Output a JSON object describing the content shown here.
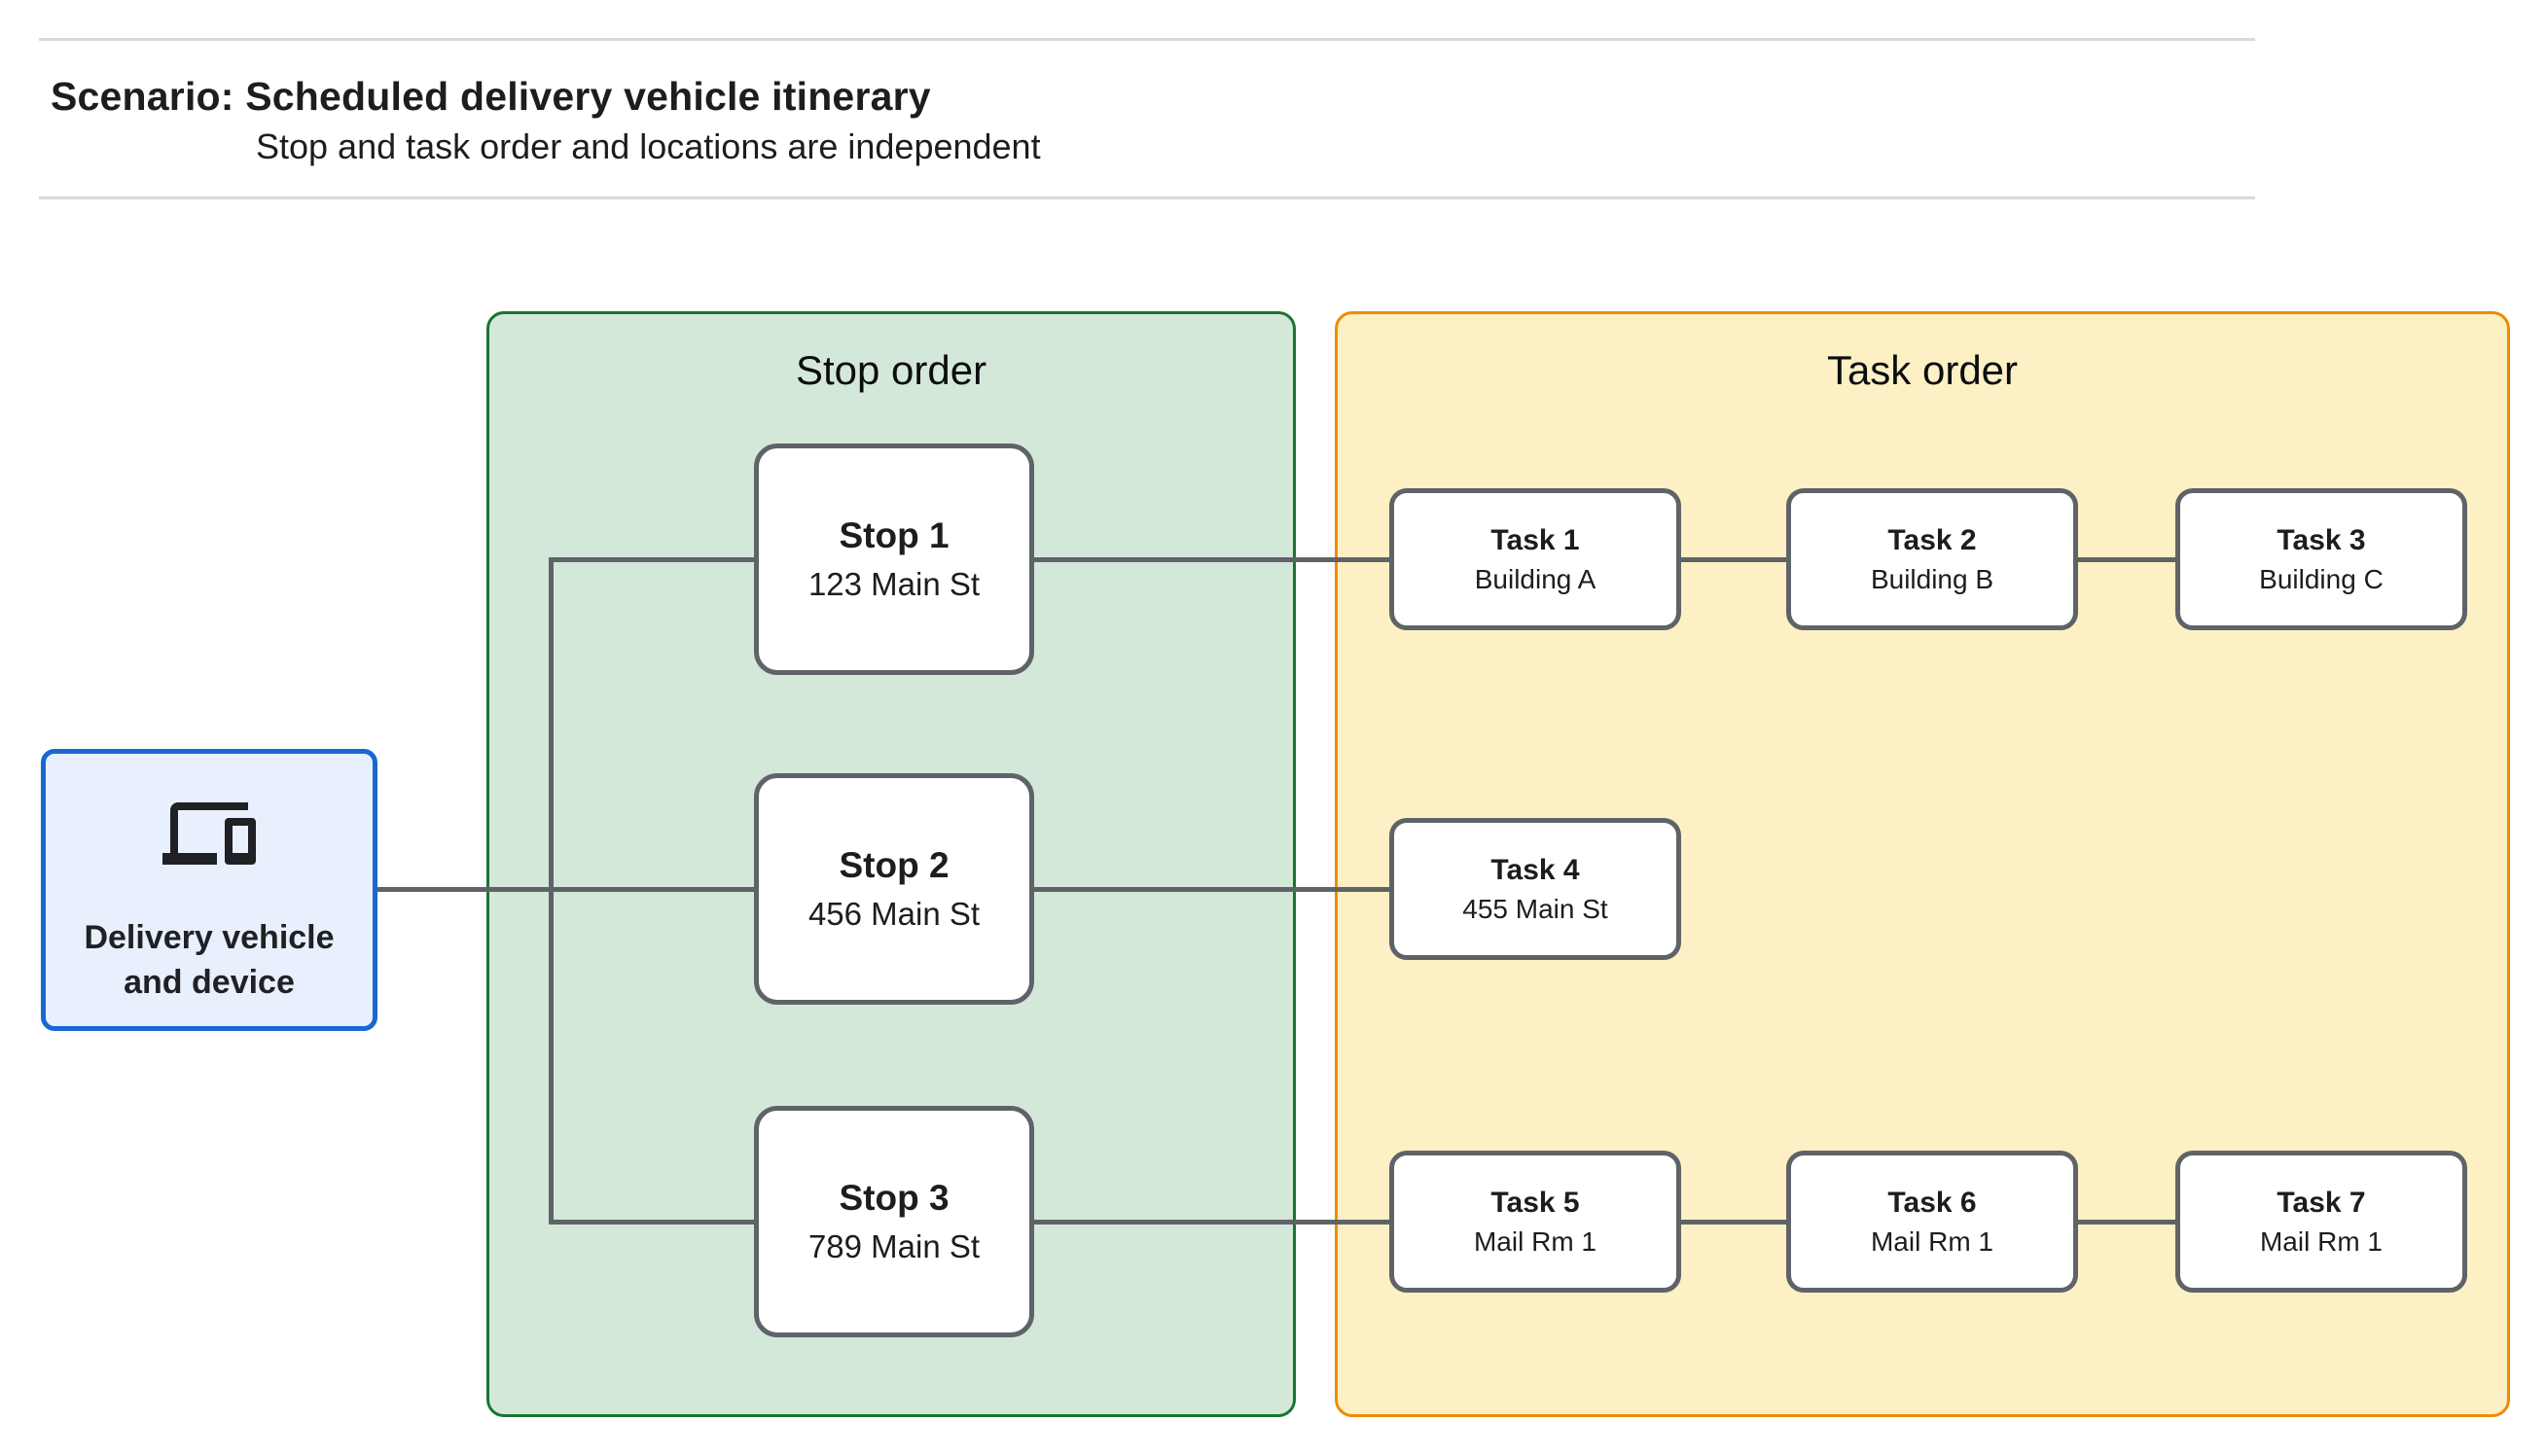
{
  "header": {
    "title": "Scenario: Scheduled delivery vehicle itinerary",
    "subtitle": "Stop and task order and locations are independent"
  },
  "device": {
    "label": "Delivery vehicle and device",
    "icon": "devices-icon"
  },
  "stop_panel": {
    "title": "Stop order",
    "stops": [
      {
        "title": "Stop 1",
        "subtitle": "123 Main St"
      },
      {
        "title": "Stop 2",
        "subtitle": "456 Main St"
      },
      {
        "title": "Stop 3",
        "subtitle": "789 Main St"
      }
    ]
  },
  "task_panel": {
    "title": "Task order",
    "tasks": [
      {
        "title": "Task 1",
        "subtitle": "Building A"
      },
      {
        "title": "Task 2",
        "subtitle": "Building B"
      },
      {
        "title": "Task 3",
        "subtitle": "Building C"
      },
      {
        "title": "Task 4",
        "subtitle": "455 Main St"
      },
      {
        "title": "Task 5",
        "subtitle": "Mail Rm 1"
      },
      {
        "title": "Task 6",
        "subtitle": "Mail Rm 1"
      },
      {
        "title": "Task 7",
        "subtitle": "Mail Rm 1"
      }
    ]
  },
  "colors": {
    "stop_panel_fill": "#d4e8da",
    "stop_panel_border": "#1a7431",
    "task_panel_fill": "#fdf0c4",
    "task_panel_border": "#ee8c00",
    "device_fill": "#e8f0fe",
    "device_border": "#1967d2",
    "connector_gray": "#5f6368",
    "divider_gray": "#d9d9d9"
  }
}
